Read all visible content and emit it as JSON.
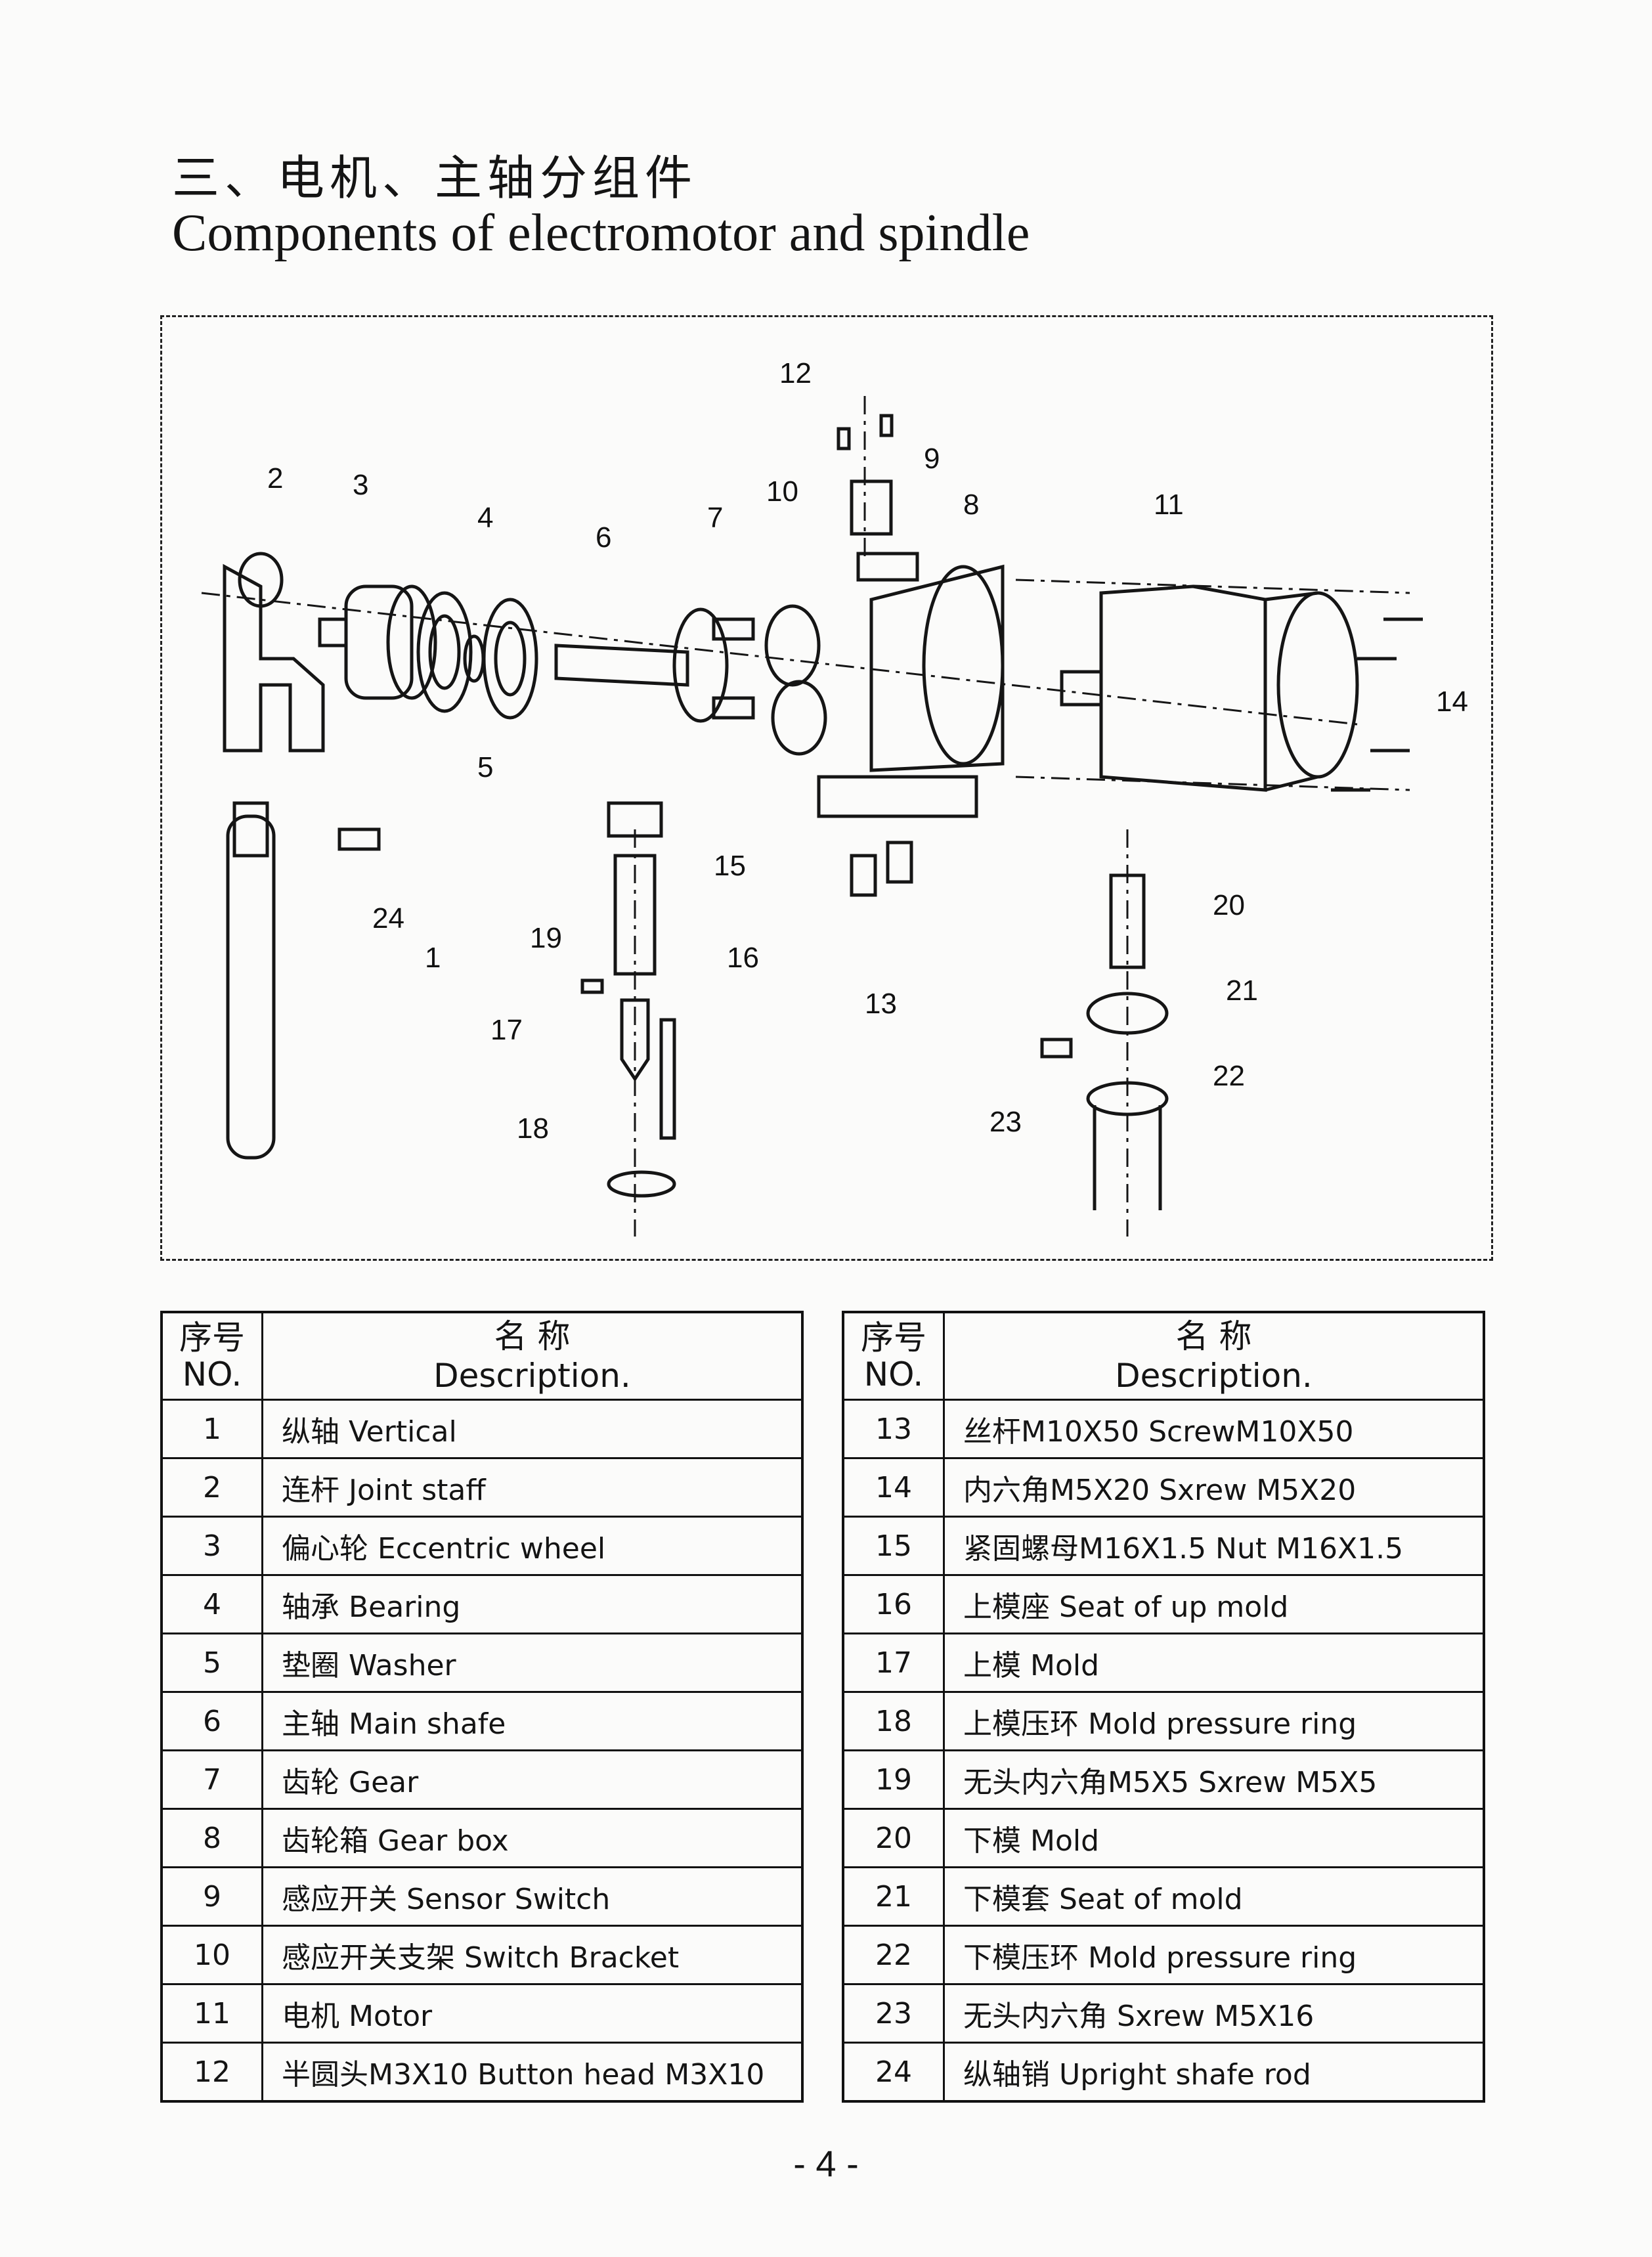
{
  "page": {
    "title_cn": "三、电机、主轴分组件",
    "title_en": "Components of electromotor and spindle",
    "page_number": "- 4 -"
  },
  "diagram": {
    "labels": [
      "1",
      "2",
      "3",
      "4",
      "5",
      "6",
      "7",
      "8",
      "9",
      "10",
      "11",
      "12",
      "13",
      "14",
      "15",
      "16",
      "17",
      "18",
      "19",
      "20",
      "21",
      "22",
      "23",
      "24"
    ]
  },
  "table_header": {
    "no_cn": "序号",
    "no_en": "NO.",
    "desc_cn": "名 称",
    "desc_en": "Description."
  },
  "parts_left": [
    {
      "no": "1",
      "desc": "纵轴 Vertical"
    },
    {
      "no": "2",
      "desc": "连杆 Joint staff"
    },
    {
      "no": "3",
      "desc": "偏心轮 Eccentric wheel"
    },
    {
      "no": "4",
      "desc": "轴承 Bearing"
    },
    {
      "no": "5",
      "desc": "垫圈 Washer"
    },
    {
      "no": "6",
      "desc": "主轴 Main shafe"
    },
    {
      "no": "7",
      "desc": "齿轮 Gear"
    },
    {
      "no": "8",
      "desc": "齿轮箱 Gear box"
    },
    {
      "no": "9",
      "desc": "感应开关 Sensor Switch"
    },
    {
      "no": "10",
      "desc": "感应开关支架 Switch Bracket"
    },
    {
      "no": "11",
      "desc": "电机 Motor"
    },
    {
      "no": "12",
      "desc": "半圆头M3X10 Button head M3X10"
    }
  ],
  "parts_right": [
    {
      "no": "13",
      "desc": "丝杆M10X50 ScrewM10X50"
    },
    {
      "no": "14",
      "desc": "内六角M5X20 Sxrew M5X20"
    },
    {
      "no": "15",
      "desc": "紧固螺母M16X1.5 Nut M16X1.5"
    },
    {
      "no": "16",
      "desc": "上模座 Seat of up mold"
    },
    {
      "no": "17",
      "desc": "上模 Mold"
    },
    {
      "no": "18",
      "desc": "上模压环 Mold pressure ring"
    },
    {
      "no": "19",
      "desc": "无头内六角M5X5 Sxrew M5X5"
    },
    {
      "no": "20",
      "desc": "下模 Mold"
    },
    {
      "no": "21",
      "desc": "下模套 Seat of mold"
    },
    {
      "no": "22",
      "desc": "下模压环 Mold pressure ring"
    },
    {
      "no": "23",
      "desc": "无头内六角 Sxrew M5X16"
    },
    {
      "no": "24",
      "desc": "纵轴销 Upright shafe rod"
    }
  ]
}
